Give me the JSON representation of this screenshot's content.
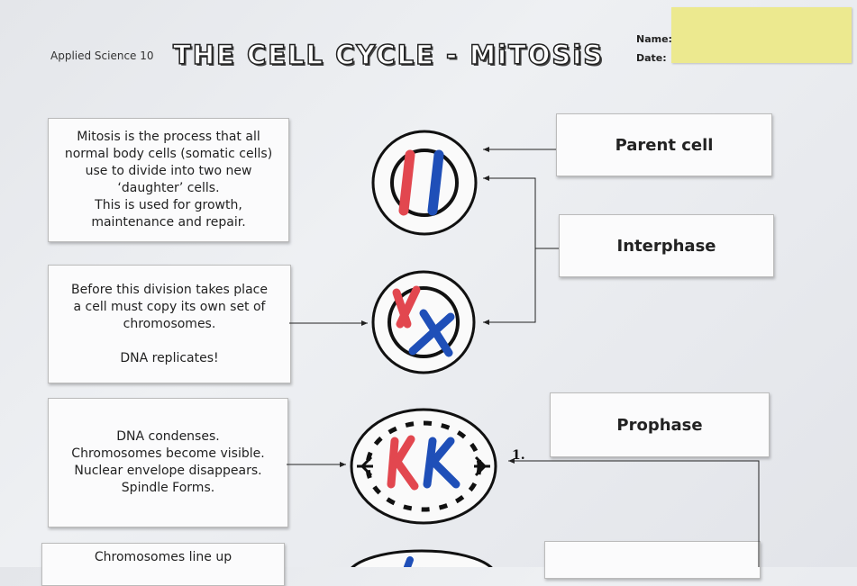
{
  "header": {
    "course": "Applied Science 10",
    "title": "THE CELL CYCLE - MiTOSiS",
    "name_label": "Name:",
    "date_label": "Date:"
  },
  "descriptions": [
    "Mitosis is the process that all\nnormal body cells (somatic cells)\nuse to divide into two new\n‘daughter’ cells.\nThis is used for growth,\nmaintenance and repair.",
    "Before this division takes place\na cell must copy its own set of\nchromosomes.\n\nDNA replicates!",
    "DNA condenses.\nChromosomes become visible.\nNuclear envelope disappears.\nSpindle Forms.",
    "Chromosomes line up"
  ],
  "stages": [
    "Parent cell",
    "Interphase",
    "Prophase"
  ],
  "step_marker": "1.",
  "colors": {
    "red_chromosome": "#e2474f",
    "blue_chromosome": "#1f4fb8",
    "sticky_note": "#ece98f",
    "card": "#fbfbfc"
  }
}
